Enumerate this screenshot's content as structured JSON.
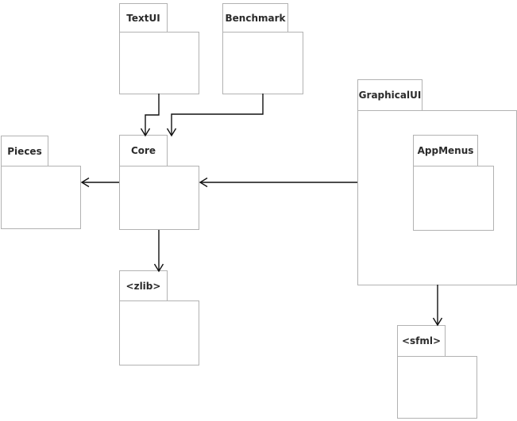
{
  "diagram": {
    "type": "uml-package-dependency-diagram",
    "background": "#ffffff",
    "border_color": "#b2b2b2",
    "arrow_color": "#111111",
    "label_color": "#2b2b2b",
    "packages": [
      {
        "id": "textui",
        "label": "TextUI"
      },
      {
        "id": "benchmark",
        "label": "Benchmark"
      },
      {
        "id": "graphicalui",
        "label": "GraphicalUI"
      },
      {
        "id": "pieces",
        "label": "Pieces"
      },
      {
        "id": "core",
        "label": "Core"
      },
      {
        "id": "appmenus",
        "label": "AppMenus",
        "contained_in": "graphicalui"
      },
      {
        "id": "zlib",
        "label": "<zlib>"
      },
      {
        "id": "sfml",
        "label": "<sfml>"
      }
    ],
    "dependencies": [
      {
        "from": "TextUI",
        "to": "Core"
      },
      {
        "from": "Benchmark",
        "to": "Core"
      },
      {
        "from": "GraphicalUI",
        "to": "Core"
      },
      {
        "from": "Core",
        "to": "Pieces"
      },
      {
        "from": "Core",
        "to": "<zlib>"
      },
      {
        "from": "GraphicalUI",
        "to": "<sfml>"
      }
    ]
  }
}
